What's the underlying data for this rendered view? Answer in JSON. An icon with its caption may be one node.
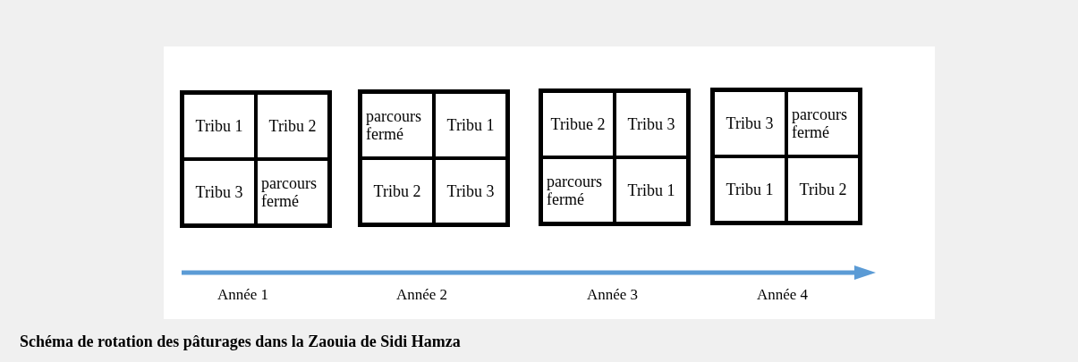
{
  "diagram": {
    "caption": "Schéma de rotation des pâturages dans la Zaouia de Sidi Hamza",
    "nodes": [
      {
        "text": [],
        "shape": "box"
      },
      {
        "text": [
          "Tribu 1"
        ],
        "in": 0
      },
      {
        "text": [
          "Tribu 2"
        ],
        "in": 0
      },
      {
        "text": [
          "Tribu 3"
        ],
        "in": 0
      },
      {
        "text": [
          "parcours fermé"
        ],
        "in": 0
      },
      {
        "text": [],
        "shape": "box"
      },
      {
        "text": [
          "parcours fermé"
        ],
        "in": 5
      },
      {
        "text": [
          "Tribu 1"
        ],
        "in": 5
      },
      {
        "text": [
          "Tribu 2"
        ],
        "in": 5
      },
      {
        "text": [
          "Tribu 3"
        ],
        "in": 5
      },
      {
        "text": [],
        "shape": "box"
      },
      {
        "text": [
          "Tribue 2"
        ],
        "in": 10
      },
      {
        "text": [
          "Tribu 3"
        ],
        "in": 10
      },
      {
        "text": [
          "parcours fermé"
        ],
        "in": 10
      },
      {
        "text": [
          "Tribu 1"
        ],
        "in": 10
      },
      {
        "text": [],
        "shape": "box"
      },
      {
        "text": [
          "Tribu 3"
        ],
        "in": 15
      },
      {
        "text": [
          "parcours fermé"
        ],
        "in": 15
      },
      {
        "text": [
          "Tribu 1"
        ],
        "in": 15
      },
      {
        "text": [
          "Tribu 2"
        ],
        "in": 15
      }
    ],
    "edges": [],
    "labels": [
      "Année 1",
      "Année 2",
      "Année 3",
      "Année 4"
    ]
  }
}
